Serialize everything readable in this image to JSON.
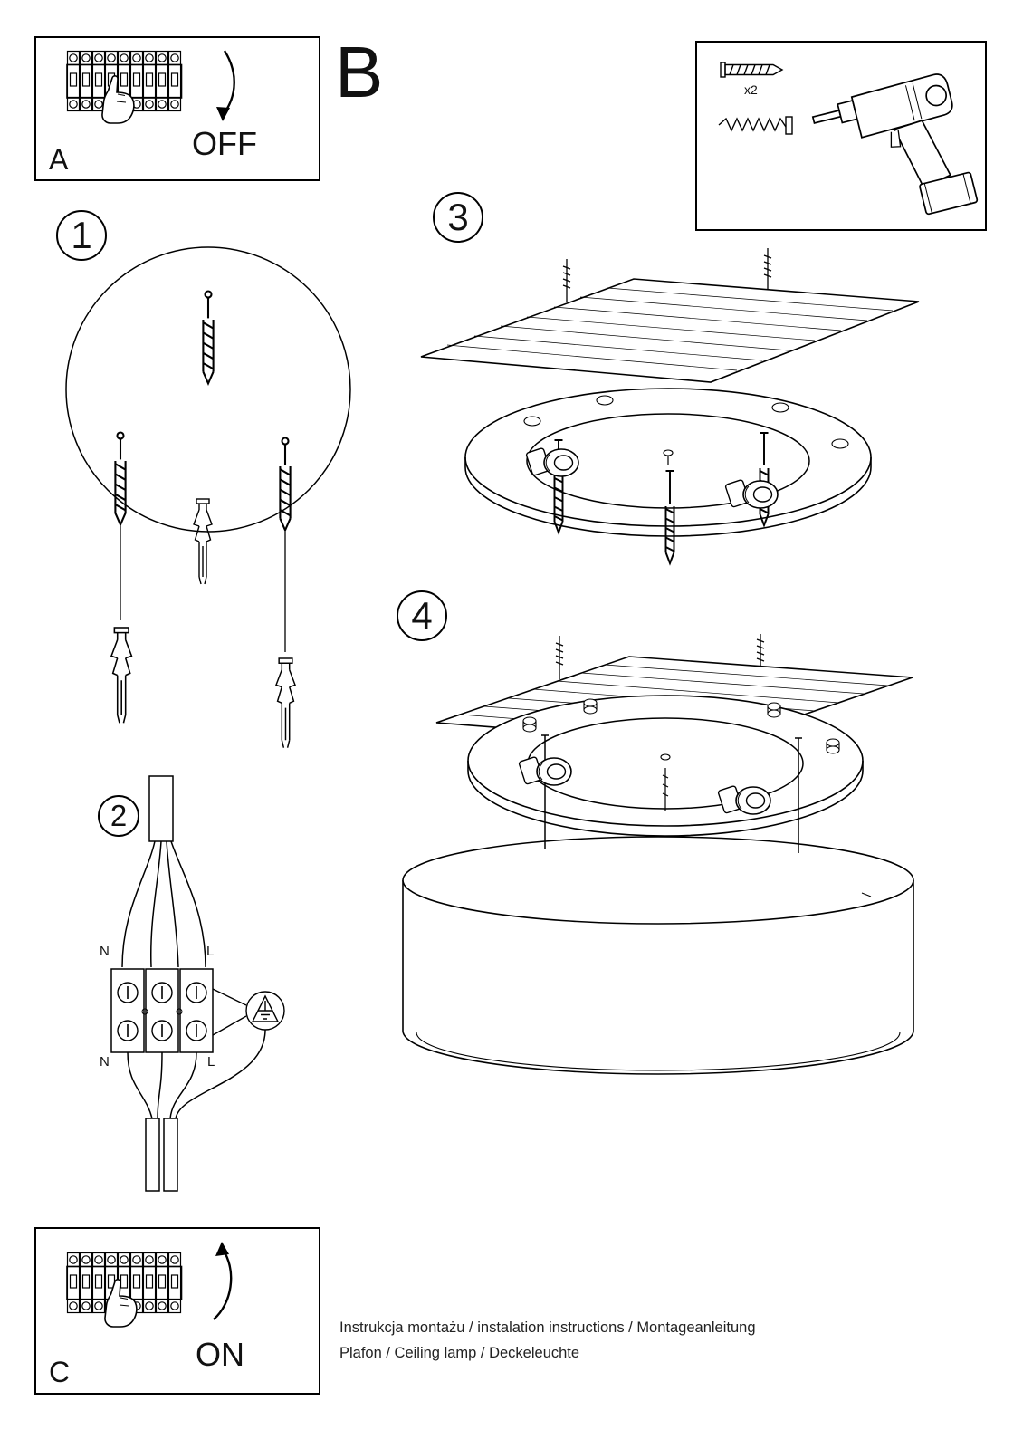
{
  "document": {
    "background": "#ffffff",
    "ink": "#000000"
  },
  "panels": {
    "a": {
      "label": "A",
      "action": "OFF"
    },
    "b": {
      "label": "B"
    },
    "c": {
      "label": "C",
      "action": "ON"
    }
  },
  "parts_box": {
    "anchor_quantity": "x2"
  },
  "steps": {
    "step1": "1",
    "step2": "2",
    "step3": "3",
    "step4": "4"
  },
  "wiring_labels": {
    "top_neutral": "N",
    "top_live": "L",
    "bottom_neutral": "N",
    "bottom_live": "L"
  },
  "footer": {
    "line1": "Instrukcja montażu / instalation instructions / Montageanleitung",
    "line2": "Plafon / Ceiling lamp / Deckeleuchte"
  },
  "icons": {
    "breaker": "circuit-breaker-icon",
    "hand": "pressing-hand-icon",
    "arrow_off": "curved-arrow-down-icon",
    "arrow_on": "curved-arrow-up-icon",
    "drill": "power-drill-icon",
    "wall_plug": "wall-plug-icon",
    "screw": "screw-icon",
    "ground": "earth-ground-icon"
  }
}
